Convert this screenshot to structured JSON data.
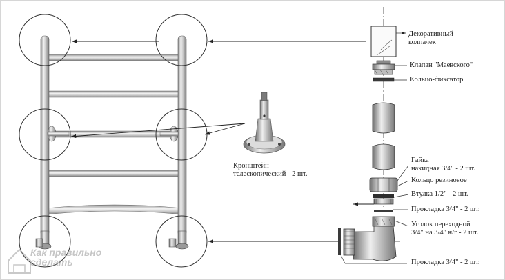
{
  "labels": {
    "cap": [
      "Декоративный",
      "колпачек"
    ],
    "valve": "Клапан \"Маевского\"",
    "ring": "Кольцо-фиксатор",
    "bracket": [
      "Кронштейн",
      "телескопический - 2 шт."
    ],
    "nut": [
      "Гайка",
      "накидная 3/4\" - 2 шт."
    ],
    "rubber": "Кольцо резиновое",
    "sleeve": "Втулка 1/2\" - 2 шт.",
    "gasket1": "Прокладка 3/4\" - 2 шт.",
    "elbow": [
      "Уголок переходной",
      "3/4\" на 3/4\" н/г - 2 шт."
    ],
    "gasket2": "Прокладка 3/4\" - 2 шт."
  },
  "watermark": [
    "Как правильно",
    "сделать"
  ]
}
